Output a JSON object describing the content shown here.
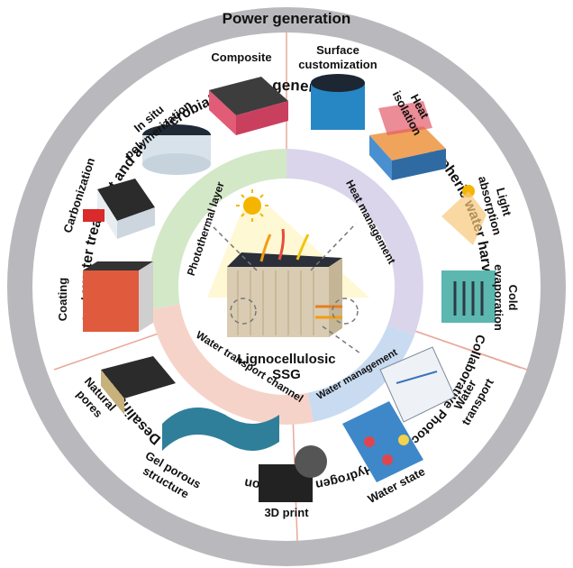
{
  "ring_labels": {
    "top": "Power generation",
    "right": "Atmospheric water harvesting",
    "bottom_right": "Collaborative Photocatalytic Hydrogen Production",
    "bottom_left": "Desalination",
    "left": "Wastewater treatment and anti-microbial"
  },
  "sectors": {
    "photothermal": "Photothermal layer",
    "heat": "Heat management",
    "water_mgmt": "Water management",
    "water_transport": "Water transport channel"
  },
  "center": {
    "line1": "Lignocellulosic",
    "line2": "SSG"
  },
  "items": {
    "composite": "Composite",
    "in_situ_1": "In situ",
    "in_situ_2": "polymerization",
    "surface_1": "Surface",
    "surface_2": "customization",
    "heat_isolation_1": "Heat",
    "heat_isolation_2": "isolation",
    "light_absorption_1": "Light",
    "light_absorption_2": "absorption",
    "cold_evaporation_1": "Cold",
    "cold_evaporation_2": "evaporation",
    "water_transport_1": "Water",
    "water_transport_2": "transport",
    "water_state": "Water state",
    "print_3d": "3D print",
    "gel_1": "Gel porous",
    "gel_2": "structure",
    "natural_pores_1": "Natural",
    "natural_pores_2": "pores",
    "coating": "Coating",
    "carbonization": "Carbonization"
  },
  "colors": {
    "outer_ring": "#b8b8bc",
    "photothermal": "#d2e8c6",
    "heat": "#d9d4ea",
    "water_mgmt": "#c7daf0",
    "water_transport": "#f6d2c8",
    "divider": "#e7a99b"
  }
}
